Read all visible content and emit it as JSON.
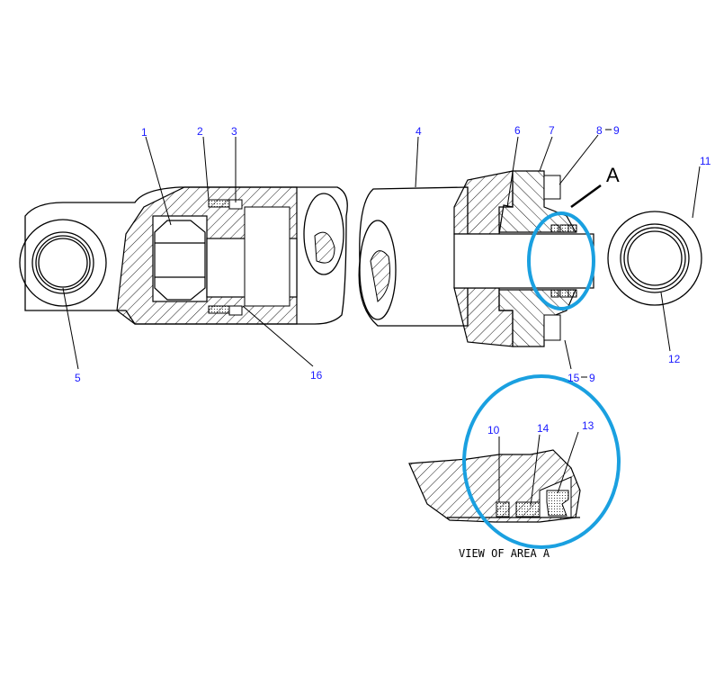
{
  "diagram": {
    "callouts": {
      "c1": "1",
      "c2": "2",
      "c3": "3",
      "c4": "4",
      "c5": "5",
      "c16": "16",
      "c6": "6",
      "c7": "7",
      "c8": "8",
      "c8b": "9",
      "c11": "11",
      "c12": "12",
      "c15": "15",
      "c15b": "9",
      "c10": "10",
      "c14": "14",
      "c13": "13"
    },
    "area_marker": "A",
    "detail_caption": "VIEW OF AREA A",
    "highlight_color": "#1aa0e0",
    "label_color": "#1a1aff"
  }
}
